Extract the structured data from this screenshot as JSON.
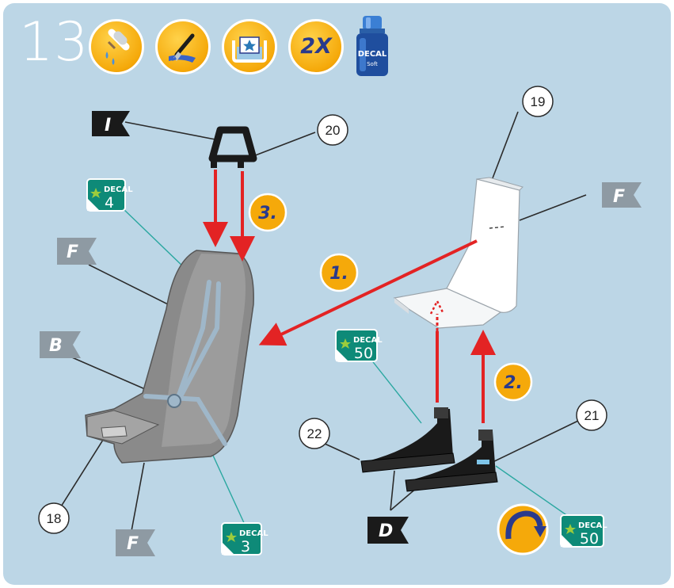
{
  "step_number": "13",
  "multiplier_label": "2X",
  "glue_bottle": {
    "brand": "DECAL",
    "variant": "Soft"
  },
  "icons": [
    "glue-dropper-icon",
    "paint-brush-icon",
    "decal-water-icon",
    "times-two-icon",
    "decal-soft-bottle-icon"
  ],
  "parts": [
    "18",
    "19",
    "20",
    "21",
    "22"
  ],
  "flags": [
    "I",
    "F",
    "F",
    "B",
    "F",
    "D"
  ],
  "steps": [
    "1.",
    "2.",
    "3."
  ],
  "decal_word": "DECAL",
  "decals": [
    "4",
    "50",
    "3",
    "50"
  ],
  "colors": {
    "panel": "#bcd6e6",
    "step_circle": "#f5a90a",
    "step_text": "#2a3a8c",
    "arrow": "#e32324",
    "decal_tag": "#0e8a78",
    "flag_gray": "#8e9aa3",
    "flag_black": "#1a1a1a"
  }
}
